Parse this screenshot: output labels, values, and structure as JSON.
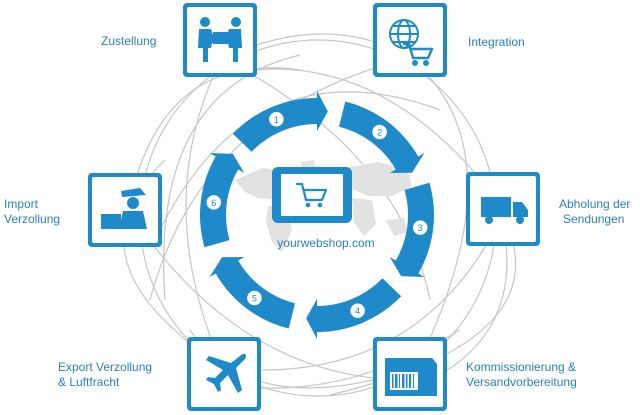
{
  "center": {
    "url": "yourwebshop.com"
  },
  "steps": [
    "1",
    "2",
    "3",
    "4",
    "5",
    "6"
  ],
  "labels": {
    "integration": "Integration",
    "pickup": [
      "Abholung der",
      "Sendungen"
    ],
    "picking": [
      "Kommissionierung &",
      "Versandvorbereitung"
    ],
    "export": [
      "Export Verzollung",
      "& Luftfracht"
    ],
    "import": [
      "Import",
      "Verzollung"
    ],
    "delivery": "Zustellung"
  },
  "icons": {
    "delivery": "people-carrying-box-icon",
    "integration": "globe-cart-icon",
    "pickup": "truck-icon",
    "picking": "barcode-box-icon",
    "export": "airplane-icon",
    "import": "customs-officer-icon",
    "center": "tablet-cart-icon"
  },
  "colors": {
    "accent": "#1f8ac9",
    "line": "#c6c6c6",
    "map": "#e2e2e2",
    "text": "#2a7fc1"
  }
}
